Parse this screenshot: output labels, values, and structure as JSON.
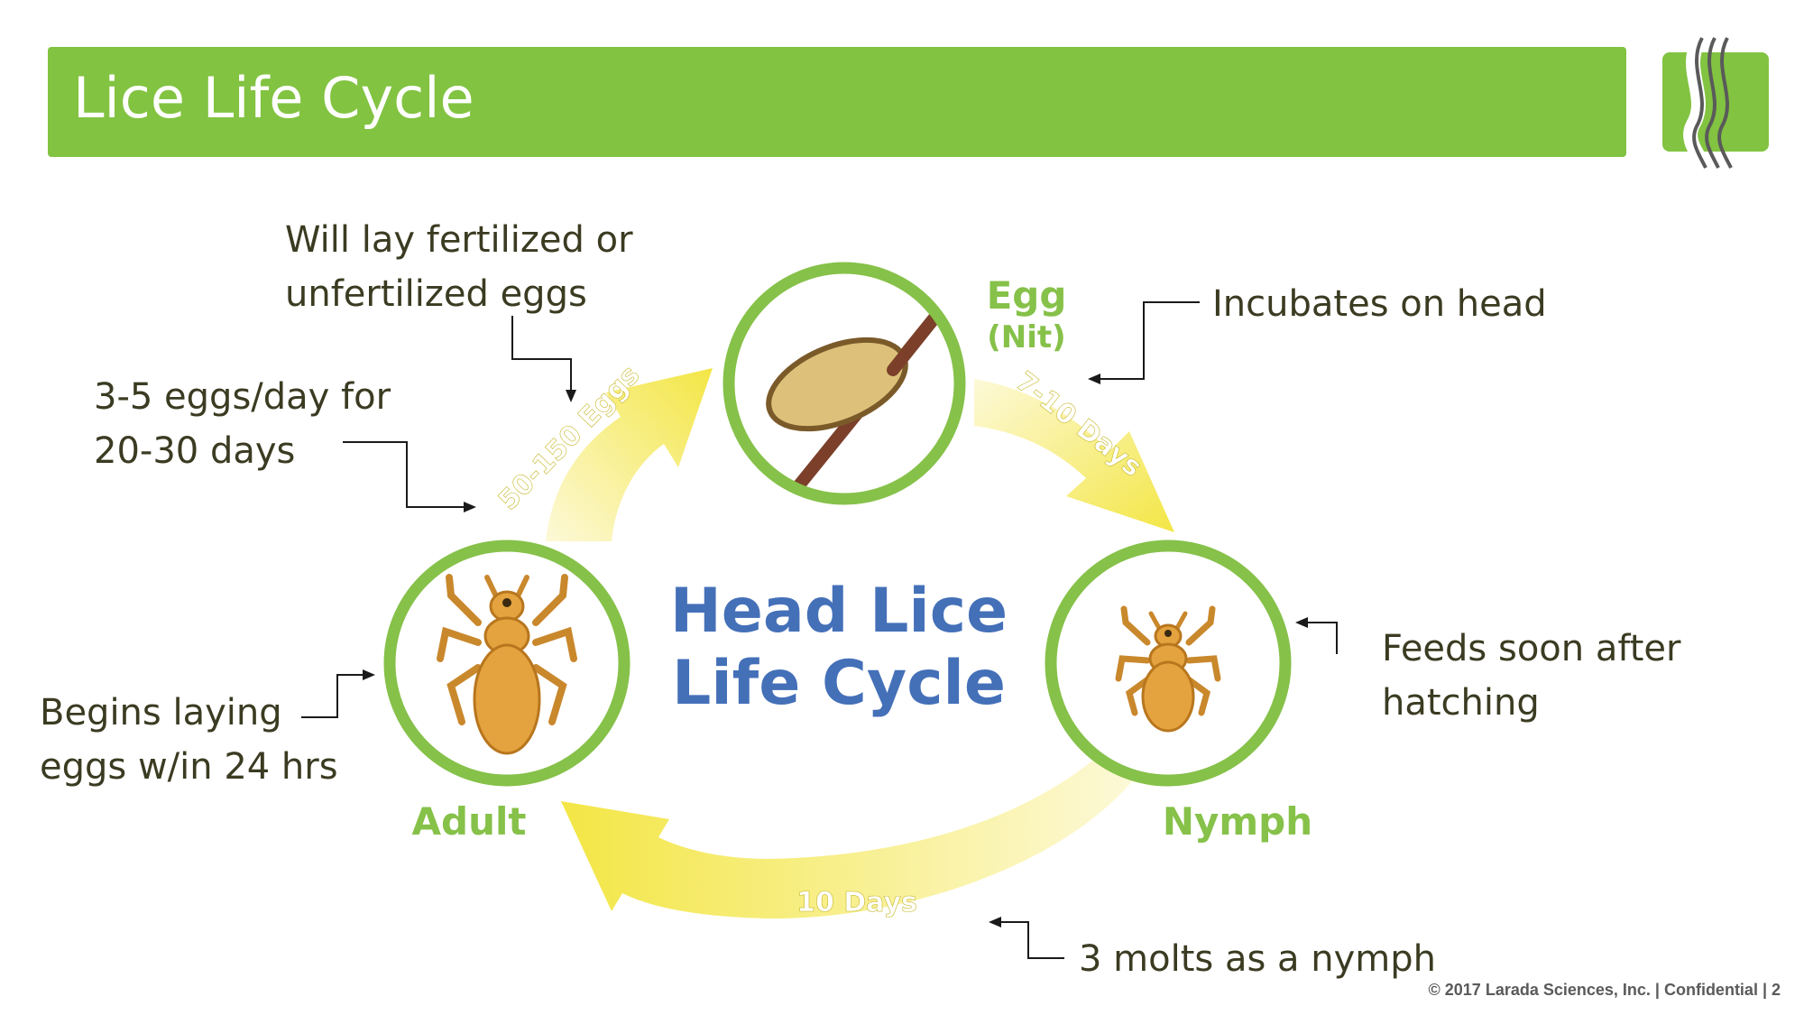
{
  "header": {
    "title": "Lice Life Cycle"
  },
  "diagram": {
    "center_title": [
      "Head Lice",
      "Life Cycle"
    ],
    "stages": {
      "egg": {
        "label": "Egg",
        "sublabel": "(Nit)"
      },
      "nymph": {
        "label": "Nymph"
      },
      "adult": {
        "label": "Adult"
      }
    },
    "arrows": {
      "adult_to_egg": "50-150 Eggs",
      "egg_to_nymph": "7-10 Days",
      "nymph_to_adult": "10 Days"
    }
  },
  "annotations": {
    "fertilized": [
      "Will lay fertilized or",
      "unfertilized eggs"
    ],
    "eggs_per_day": [
      "3-5 eggs/day for",
      "20-30 days"
    ],
    "begins_laying": [
      "Begins laying",
      "eggs w/in 24 hrs"
    ],
    "incubates": [
      "Incubates on head"
    ],
    "feeds": [
      "Feeds soon after",
      "hatching"
    ],
    "molts": [
      "3 molts as a nymph"
    ]
  },
  "footer": {
    "text": "© 2017 Larada Sciences, Inc. | Confidential | 2"
  },
  "colors": {
    "title_bar": "#82c341",
    "circle_stroke": "#86c149",
    "stage_label": "#86c149",
    "center_title": "#4470b8",
    "arrow_yellow": "#f4e84a",
    "louse_body": "#e4a33e",
    "nit_fill": "#ddc17a",
    "hair": "#7b3f2a"
  }
}
